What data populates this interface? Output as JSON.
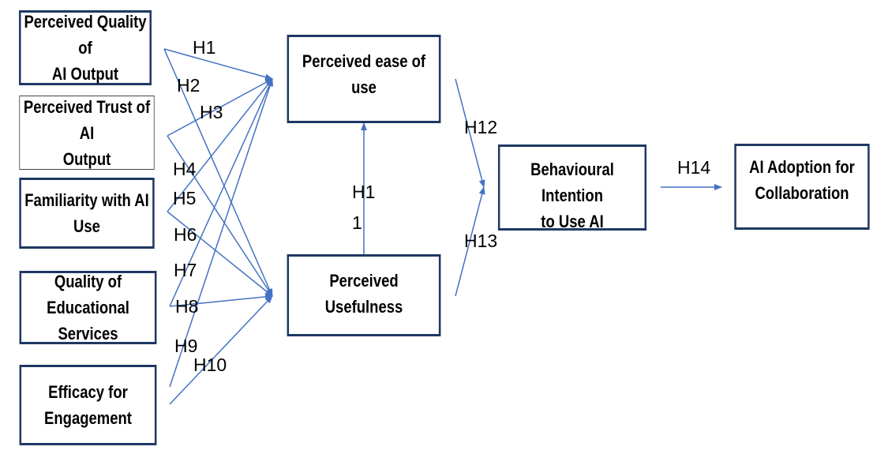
{
  "colors": {
    "arrow": "#4472c4",
    "box_border": "#1f3864",
    "box_border_light": "#444444",
    "text": "#000000"
  },
  "constructs": {
    "quality_ai_output": "Perceived Quality of\nAI Output",
    "trust_ai_output": "Perceived Trust of AI\nOutput",
    "familiarity_ai_use": "Familiarity with AI\nUse",
    "educational_services": "Quality of\nEducational Services",
    "efficacy_engagement": "Efficacy for\nEngagement",
    "ease_of_use": "Perceived ease of use",
    "usefulness": "Perceived Usefulness",
    "behavioural_intention": "Behavioural Intention\nto Use AI",
    "adoption": "AI Adoption for\nCollaboration"
  },
  "hypotheses": {
    "h1": "H1",
    "h2": "H2",
    "h3": "H3",
    "h4": "H4",
    "h5": "H5",
    "h6": "H6",
    "h7": "H7",
    "h8": "H8",
    "h9": "H9",
    "h10": "H10",
    "h11_line1": "H1",
    "h11_line2": "1",
    "h12": "H12",
    "h13": "H13",
    "h14": "H14"
  }
}
